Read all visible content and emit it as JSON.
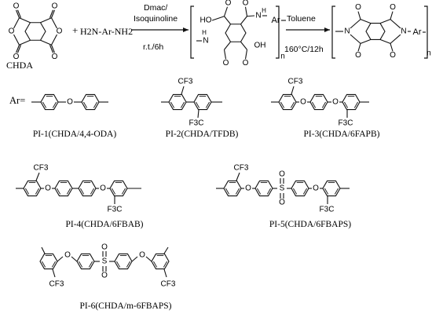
{
  "scheme": {
    "monomer_label": "CHDA",
    "plus": "+",
    "diamine": "H2N-Ar-NH2",
    "step1_conditions_top": "Dmac/",
    "step1_conditions_mid": "Isoquinoline",
    "step1_conditions_bottom": "r.t./6h",
    "step2_conditions_top": "Toluene",
    "step2_conditions_bottom": "160°C/12h",
    "repeat_n": "n",
    "intermediate_ar": "Ar",
    "product_ar": "Ar"
  },
  "ar_prefix": "Ar=",
  "structures": [
    {
      "id": "PI-1",
      "caption": "PI-1(CHDA/4,4-ODA)"
    },
    {
      "id": "PI-2",
      "caption": "PI-2(CHDA/TFDB)"
    },
    {
      "id": "PI-3",
      "caption": "PI-3(CHDA/6FAPB)"
    },
    {
      "id": "PI-4",
      "caption": "PI-4(CHDA/6FBAB)"
    },
    {
      "id": "PI-5",
      "caption": "PI-5(CHDA/6FBAPS)"
    },
    {
      "id": "PI-6",
      "caption": "PI-6(CHDA/m-6FBAPS)"
    }
  ],
  "atoms": {
    "O": "O",
    "N": "N",
    "S": "S",
    "H": "H",
    "HO": "HO",
    "OH": "OH",
    "CF3": "CF3",
    "F3C": "F3C"
  }
}
